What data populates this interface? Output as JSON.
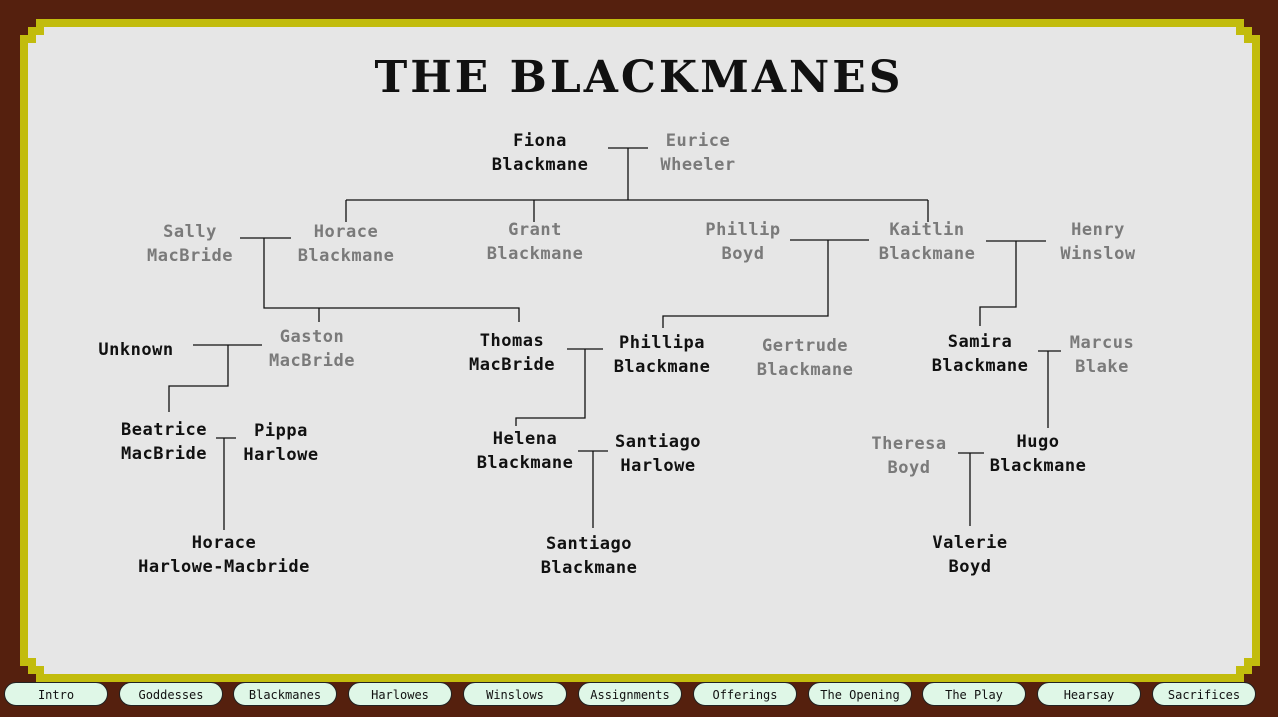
{
  "title": "THE BLACKMANES",
  "people": {
    "fiona": {
      "first": "Fiona",
      "last": "Blackmane",
      "kind": "blood"
    },
    "eurice": {
      "first": "Eurice",
      "last": "Wheeler",
      "kind": "inlaw"
    },
    "sally": {
      "first": "Sally",
      "last": "MacBride",
      "kind": "inlaw"
    },
    "horace1": {
      "first": "Horace",
      "last": "Blackmane",
      "kind": "inlaw"
    },
    "grant": {
      "first": "Grant",
      "last": "Blackmane",
      "kind": "inlaw"
    },
    "phillip": {
      "first": "Phillip",
      "last": "Boyd",
      "kind": "inlaw"
    },
    "kaitlin": {
      "first": "Kaitlin",
      "last": "Blackmane",
      "kind": "inlaw"
    },
    "henry": {
      "first": "Henry",
      "last": "Winslow",
      "kind": "inlaw"
    },
    "unknown": {
      "first": "Unknown",
      "last": "",
      "kind": "blood"
    },
    "gaston": {
      "first": "Gaston",
      "last": "MacBride",
      "kind": "inlaw"
    },
    "thomas": {
      "first": "Thomas",
      "last": "MacBride",
      "kind": "blood"
    },
    "phillipa": {
      "first": "Phillipa",
      "last": "Blackmane",
      "kind": "blood"
    },
    "gertrude": {
      "first": "Gertrude",
      "last": "Blackmane",
      "kind": "inlaw"
    },
    "samira": {
      "first": "Samira",
      "last": "Blackmane",
      "kind": "blood"
    },
    "marcus": {
      "first": "Marcus",
      "last": "Blake",
      "kind": "inlaw"
    },
    "beatrice": {
      "first": "Beatrice",
      "last": "MacBride",
      "kind": "blood"
    },
    "pippa": {
      "first": "Pippa",
      "last": "Harlowe",
      "kind": "blood"
    },
    "helena": {
      "first": "Helena",
      "last": "Blackmane",
      "kind": "blood"
    },
    "santiago1": {
      "first": "Santiago",
      "last": "Harlowe",
      "kind": "blood"
    },
    "theresa": {
      "first": "Theresa",
      "last": "Boyd",
      "kind": "inlaw"
    },
    "hugo": {
      "first": "Hugo",
      "last": "Blackmane",
      "kind": "blood"
    },
    "horace2": {
      "first": "Horace",
      "last": "Harlowe-Macbride",
      "kind": "blood"
    },
    "santiago2": {
      "first": "Santiago",
      "last": "Blackmane",
      "kind": "blood"
    },
    "valerie": {
      "first": "Valerie",
      "last": "Boyd",
      "kind": "blood"
    }
  },
  "nav": {
    "tabs": [
      "Intro",
      "Goddesses",
      "Blackmanes",
      "Harlowes",
      "Winslows",
      "Assignments",
      "Offerings",
      "The Opening",
      "The Play",
      "Hearsay",
      "Sacrifices"
    ]
  }
}
